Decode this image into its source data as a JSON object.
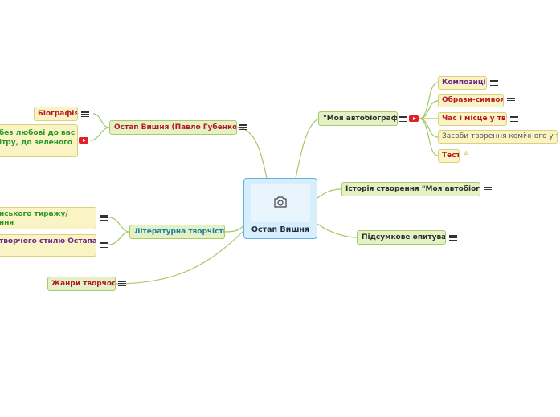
{
  "root": {
    "title": "Остап Вишня",
    "icon": "camera-icon"
  },
  "nodes": {
    "biography_main": "Остап Вишня (Павло Губенко)",
    "biografiya": "Біографія",
    "quote": {
      "line1": "без любові до вас",
      "line2": "ітру, до зеленого"
    },
    "literary": "Літературна творчість",
    "tirazh": {
      "line1": "нського тиражу/",
      "line2": "ння"
    },
    "style": "творчого стилю Остапа",
    "genres": "Жанри творчості",
    "autobio": "\"Моя автобіографія\"",
    "composition": "Композиція",
    "symbols": "Образи-символи",
    "time_place": "Час і місце у творі",
    "comic_means": "Засоби творення комічного у творі",
    "test": "Тест",
    "history": "Історія створення \"Моя автобіографія\"",
    "survey": "Підсумкове опитування"
  },
  "colors": {
    "link": "#a6c76a",
    "root_border": "#5eb0e6",
    "youtube": "#e0202a"
  }
}
